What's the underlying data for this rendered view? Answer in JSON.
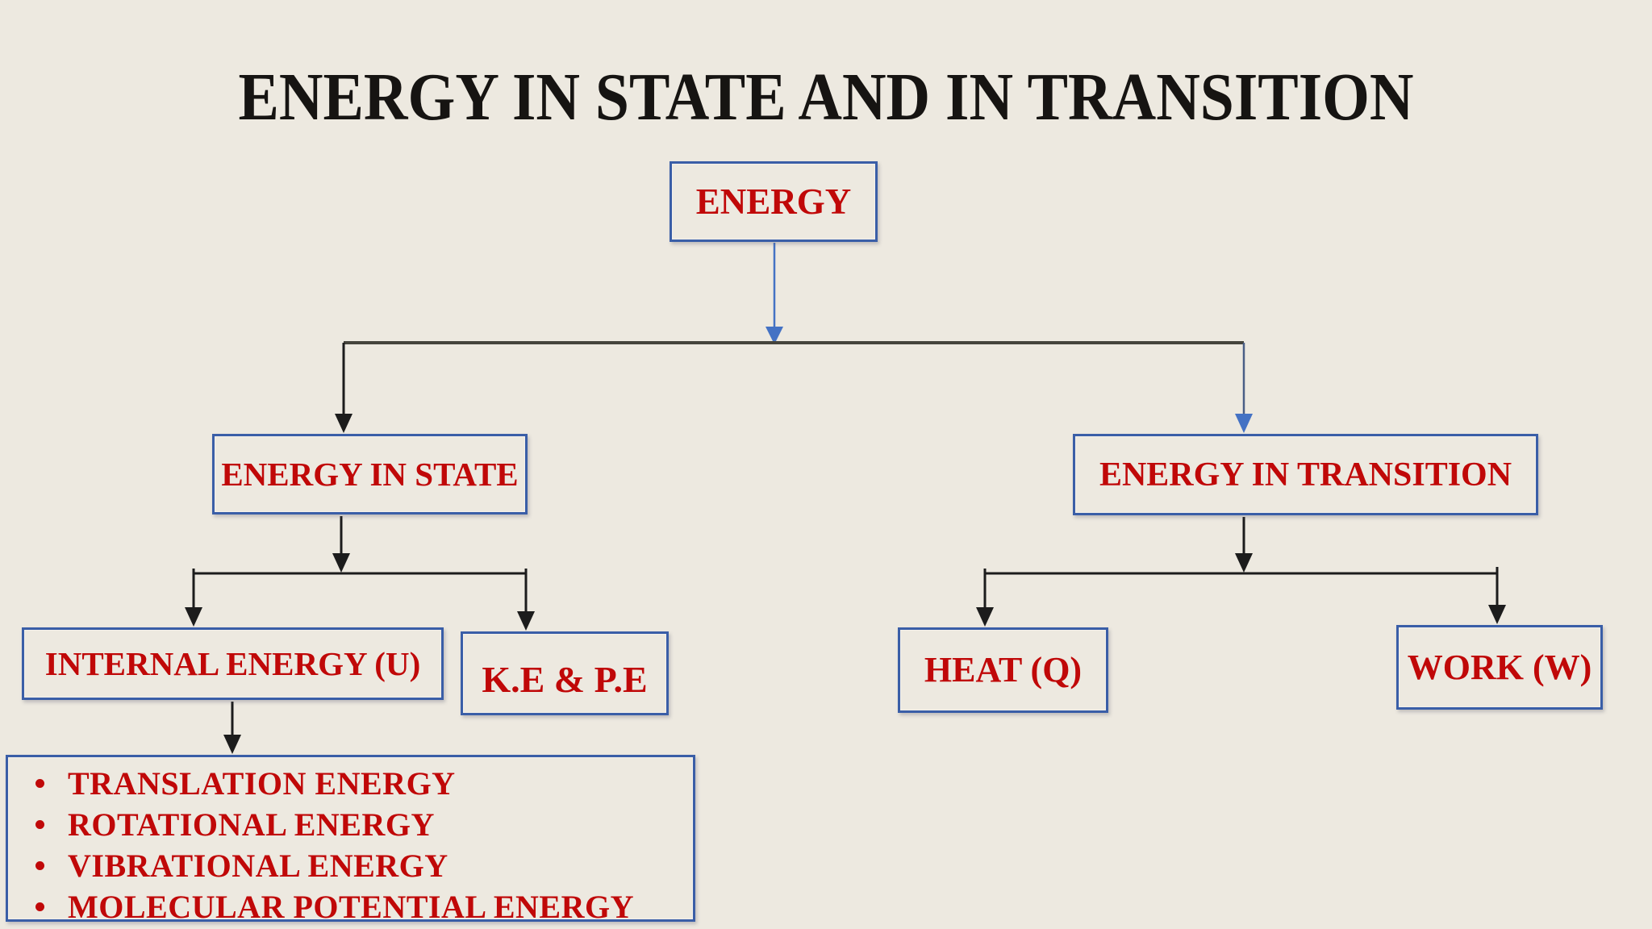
{
  "title": "ENERGY IN STATE AND IN TRANSITION",
  "colors": {
    "background": "#EDE9E0",
    "box_border": "#3A5EA7",
    "text_red": "#C00808",
    "title_black": "#161412",
    "connector_blue": "#4472C4",
    "connector_black": "#1C1C1C",
    "split_dark": "#45443C"
  },
  "nodes": {
    "root": {
      "label": "ENERGY"
    },
    "state": {
      "label": "ENERGY IN STATE"
    },
    "transition": {
      "label": "ENERGY IN TRANSITION"
    },
    "internal": {
      "label": "INTERNAL ENERGY (U)"
    },
    "kepe": {
      "label": "K.E & P.E"
    },
    "heat": {
      "label": "HEAT (Q)"
    },
    "work": {
      "label": "WORK (W)"
    }
  },
  "bullets": {
    "glyph": "",
    "items": [
      "TRANSLATION ENERGY",
      "ROTATIONAL ENERGY",
      "VIBRATIONAL ENERGY",
      "MOLECULAR POTENTIAL ENERGY"
    ]
  }
}
